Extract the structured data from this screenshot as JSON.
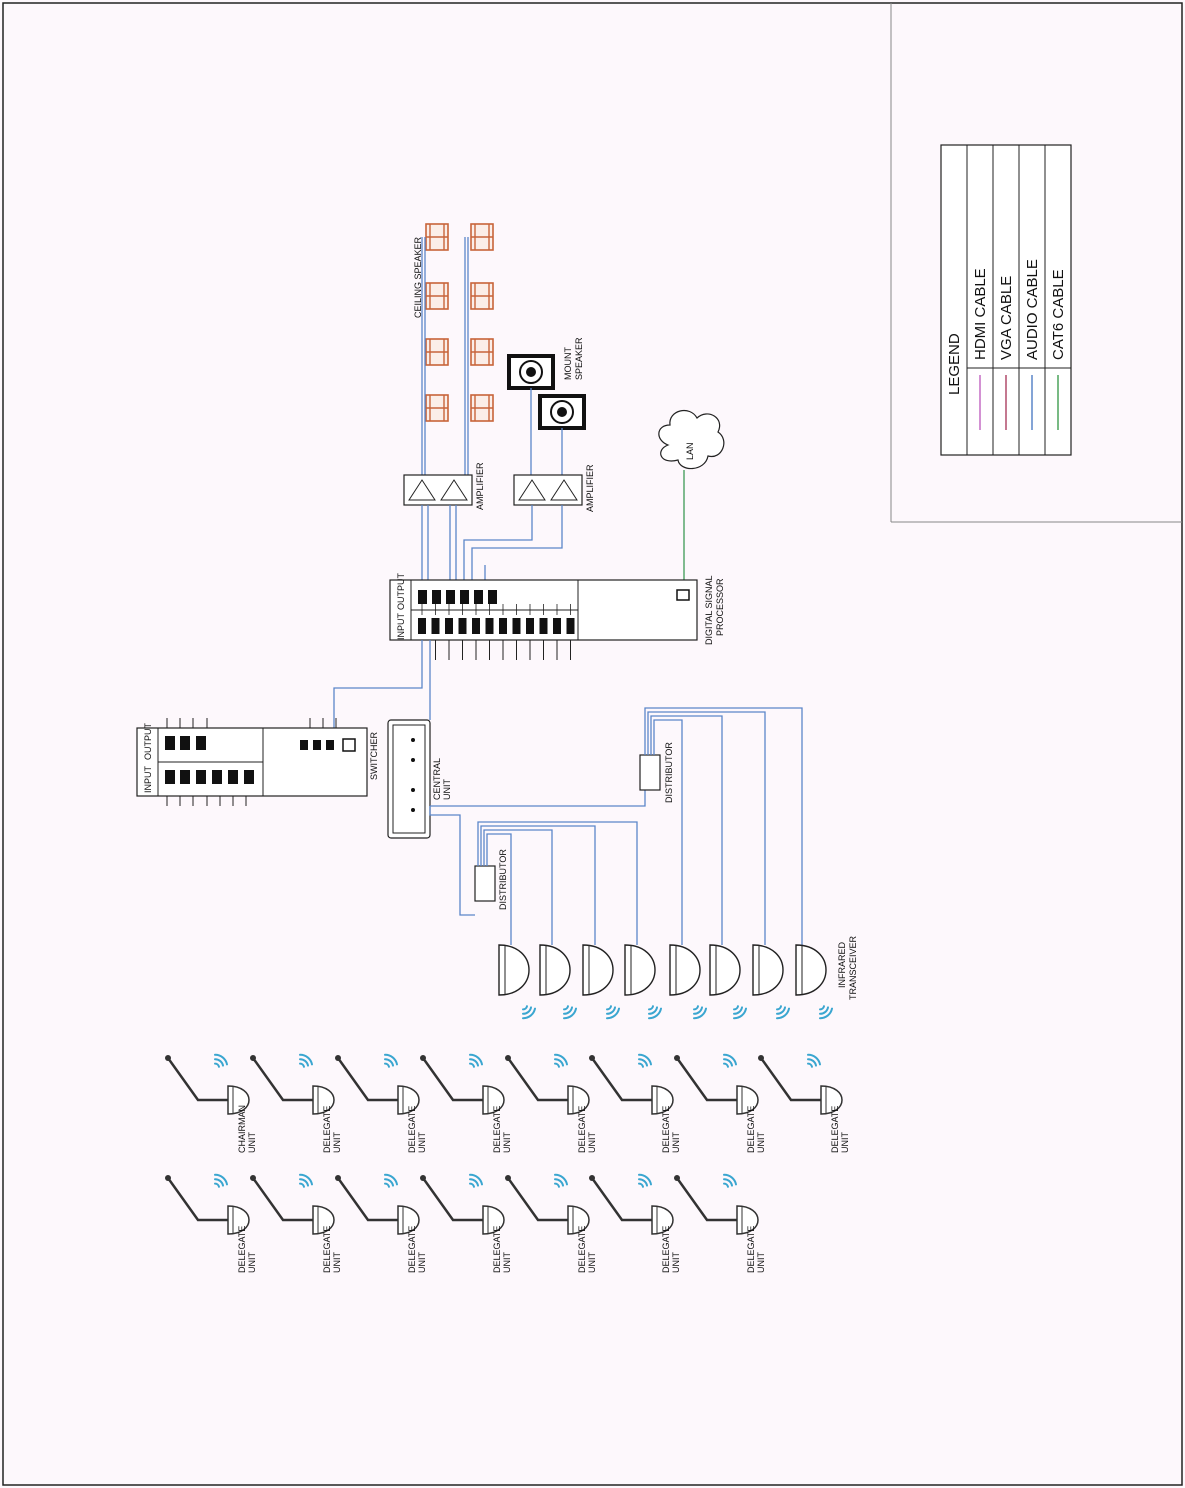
{
  "labels": {
    "ceiling_speaker": "CEILING SPEAKER",
    "mount_speaker_1": "MOUNT",
    "mount_speaker_2": "SPEAKER",
    "amplifier": "AMPLIFIER",
    "lan": "LAN",
    "dsp_1": "DIGITAL SIGNAL",
    "dsp_2": "PROCESSOR",
    "input": "INPUT",
    "output": "OUTPUT",
    "switcher": "SWITCHER",
    "central_1": "CENTRAL",
    "central_2": "UNIT",
    "distributor": "DISTRIBUTOR",
    "infrared_1": "INFRARED",
    "infrared_2": "TRANSCEIVER",
    "unit": "UNIT",
    "chairman": "CHAIRMAN",
    "delegate": "DELEGATE"
  },
  "legend": {
    "title": "LEGEND",
    "items": [
      {
        "label": "HDMI CABLE",
        "color": "#c46cc4"
      },
      {
        "label": "VGA CABLE",
        "color": "#b04a6a"
      },
      {
        "label": "AUDIO CABLE",
        "color": "#5b86c9"
      },
      {
        "label": "CAT6 CABLE",
        "color": "#4aa35a"
      }
    ]
  },
  "colors": {
    "audio": "#5b86c9",
    "lan": "#3d9a55",
    "ceiling_speaker": "#c8643a",
    "wireless": "#3aa6d0"
  }
}
